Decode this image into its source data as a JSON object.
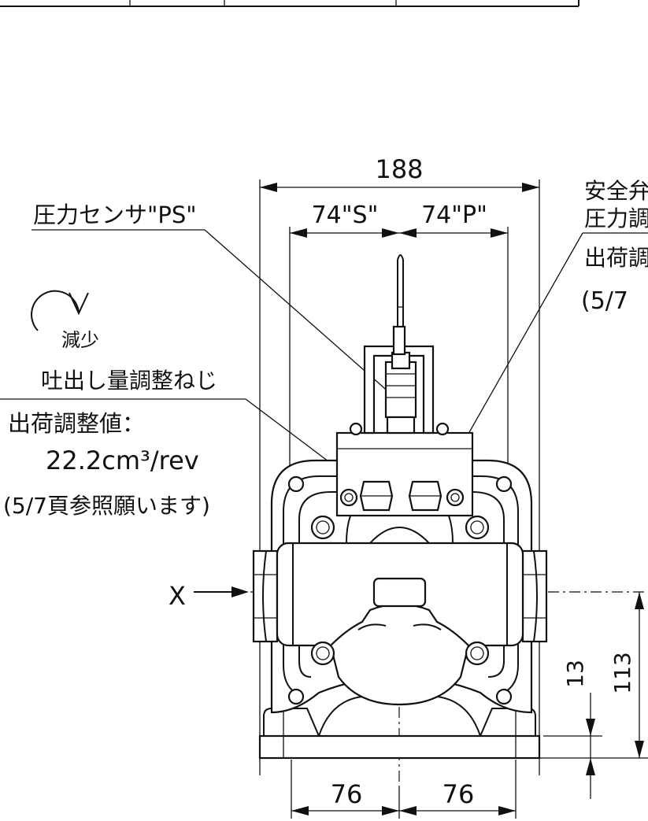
{
  "dimensions": {
    "overall_width": "188",
    "left_port": "74\"S\"",
    "right_port": "74\"P\"",
    "base_left": "76",
    "base_right": "76",
    "height_small": "13",
    "height_large": "113"
  },
  "labels": {
    "pressure_sensor": "圧力センサ\"PS\"",
    "safety_valve_line1": "安全弁",
    "safety_valve_line2": "圧力調",
    "right_shipping_line1": "出荷調",
    "right_shipping_line2": "(5/7",
    "decrease": "減少",
    "discharge_screw": "吐出し量調整ねじ",
    "shipping_value_label": "出荷調整値：",
    "shipping_value": "22.2cm³/rev",
    "reference_note": "(5/7頁参照願います)",
    "view_x": "X"
  }
}
